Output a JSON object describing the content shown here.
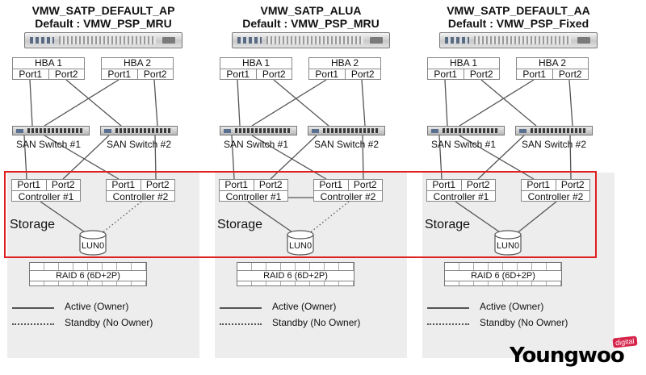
{
  "columns": [
    {
      "satp": "VMW_SATP_DEFAULT_AP",
      "psp": "Default : VMW_PSP_MRU",
      "hba1": {
        "name": "HBA 1",
        "ports": [
          "Port1",
          "Port2"
        ]
      },
      "hba2": {
        "name": "HBA 2",
        "ports": [
          "Port1",
          "Port2"
        ]
      },
      "switch1": "SAN Switch #1",
      "switch2": "SAN Switch #2",
      "ctrl1": {
        "ports": [
          "Port1",
          "Port2"
        ],
        "name": "Controller #1"
      },
      "ctrl2": {
        "ports": [
          "Port1",
          "Port2"
        ],
        "name": "Controller #2"
      },
      "storage": "Storage",
      "lun": "LUN0",
      "raid": "RAID 6 (6D+2P)",
      "ctrl1_path": "active",
      "ctrl2_path": "standby",
      "controller_link": false,
      "legend": {
        "active": "Active (Owner)",
        "standby": "Standby (No Owner)"
      }
    },
    {
      "satp": "VMW_SATP_ALUA",
      "psp": "Default : VMW_PSP_MRU",
      "hba1": {
        "name": "HBA 1",
        "ports": [
          "Port1",
          "Port2"
        ]
      },
      "hba2": {
        "name": "HBA 2",
        "ports": [
          "Port1",
          "Port2"
        ]
      },
      "switch1": "SAN Switch #1",
      "switch2": "SAN Switch #2",
      "ctrl1": {
        "ports": [
          "Port1",
          "Port2"
        ],
        "name": "Controller #1"
      },
      "ctrl2": {
        "ports": [
          "Port1",
          "Port2"
        ],
        "name": "Controller #2"
      },
      "storage": "Storage",
      "lun": "LUN0",
      "raid": "RAID 6 (6D+2P)",
      "ctrl1_path": "active",
      "ctrl2_path": "standby",
      "controller_link": true,
      "legend": {
        "active": "Active (Owner)",
        "standby": "Standby (No Owner)"
      }
    },
    {
      "satp": "VMW_SATP_DEFAULT_AA",
      "psp": "Default : VMW_PSP_Fixed",
      "hba1": {
        "name": "HBA 1",
        "ports": [
          "Port1",
          "Port2"
        ]
      },
      "hba2": {
        "name": "HBA 2",
        "ports": [
          "Port1",
          "Port2"
        ]
      },
      "switch1": "SAN Switch #1",
      "switch2": "SAN Switch #2",
      "ctrl1": {
        "ports": [
          "Port1",
          "Port2"
        ],
        "name": "Controller #1"
      },
      "ctrl2": {
        "ports": [
          "Port1",
          "Port2"
        ],
        "name": "Controller #2"
      },
      "storage": "Storage",
      "lun": "LUN0",
      "raid": "RAID 6 (6D+2P)",
      "ctrl1_path": "active",
      "ctrl2_path": "active",
      "controller_link": false,
      "legend": {
        "active": "Active (Owner)",
        "standby": "Standby (No Owner)"
      }
    }
  ],
  "logo": {
    "word": "Youngwoo",
    "tag": "digital"
  },
  "colors": {
    "highlight": "#e02020",
    "storage_bg": "#ededed",
    "line": "#555555",
    "logo_tag": "#d6234a"
  }
}
